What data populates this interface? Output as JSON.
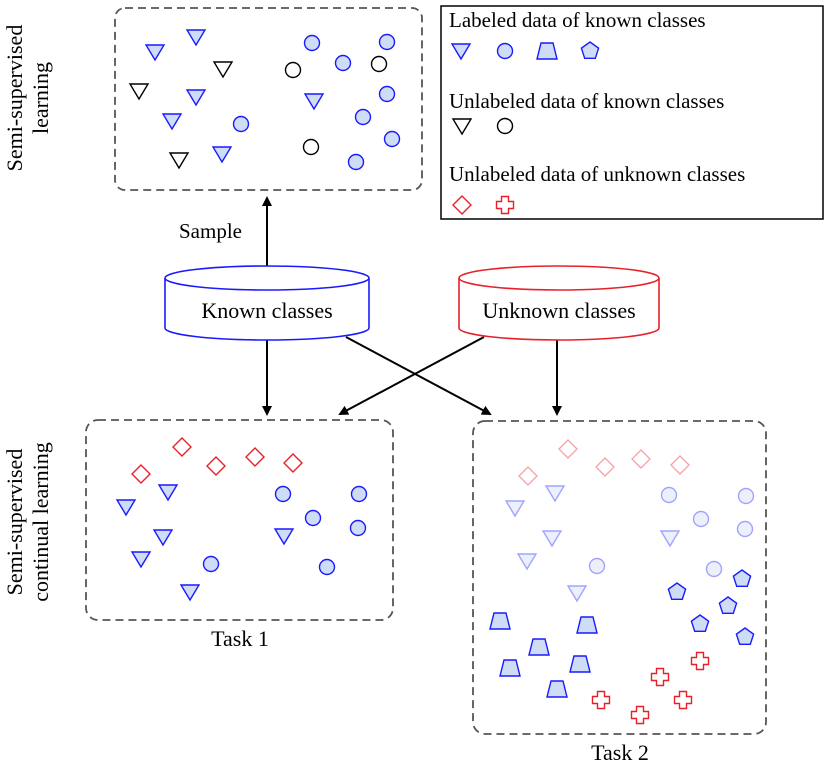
{
  "side_labels": {
    "ssl_line1": "Semi-supervised",
    "ssl_line2": "learning",
    "sscl_line1": "Semi-supervised",
    "sscl_line2": "continual learning"
  },
  "arrow_labels": {
    "sample": "Sample"
  },
  "databases": {
    "known": "Known classes",
    "unknown": "Unknown classes"
  },
  "tasks": {
    "task1": "Task 1",
    "task2": "Task 2"
  },
  "legend": {
    "labeled_known": "Labeled data of known classes",
    "unlabeled_known": "Unlabeled data of known classes",
    "unlabeled_unknown": "Unlabeled data of unknown classes"
  },
  "colors": {
    "known": "#1a1aff",
    "known_fill": "#cfdcf5",
    "unknown": "#e8202a",
    "unlabeled": "#000000",
    "box_border": "#555555"
  }
}
